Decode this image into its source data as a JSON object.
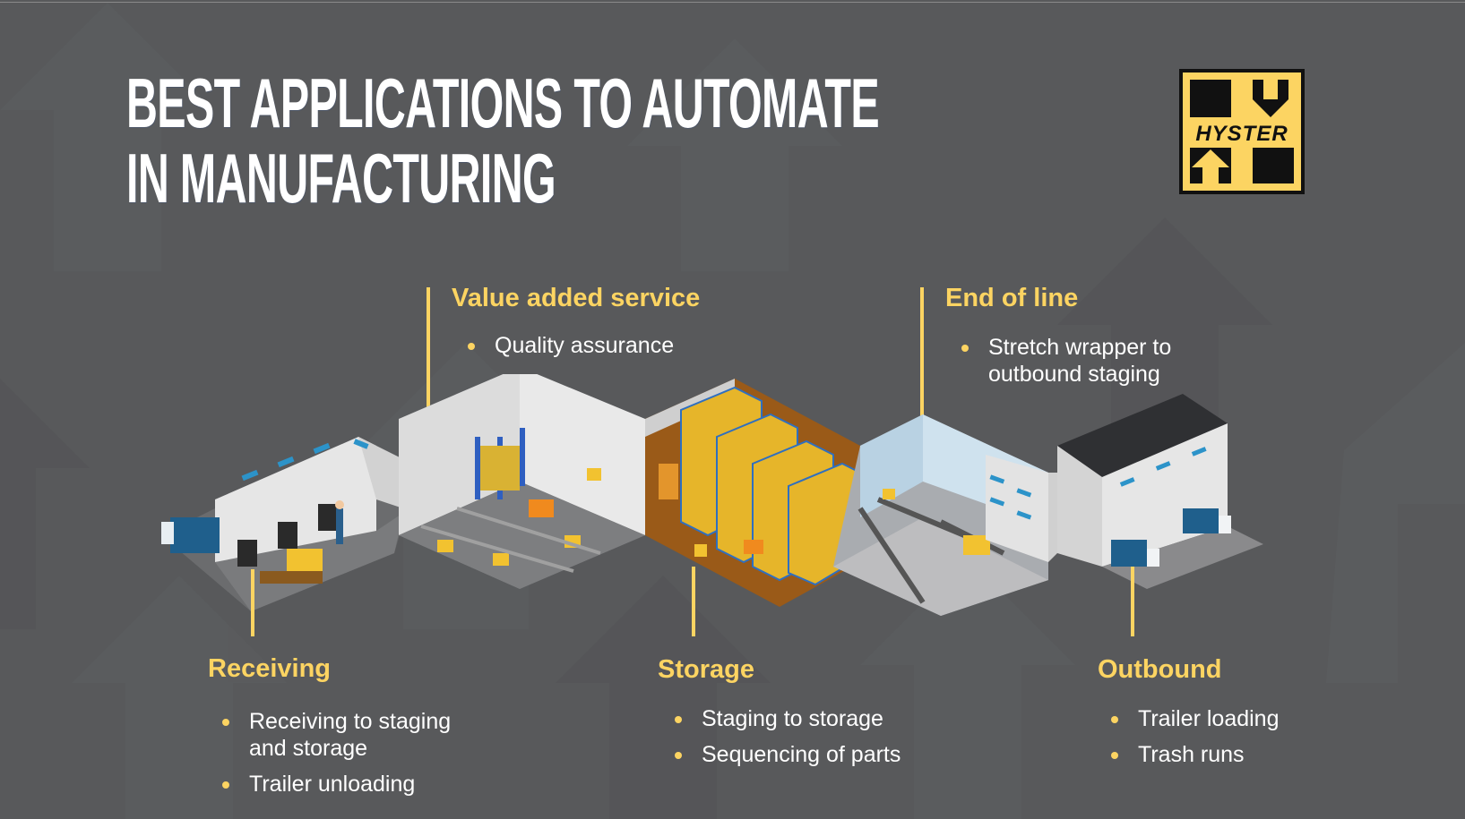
{
  "title": {
    "line1": "BEST APPLICATIONS TO AUTOMATE",
    "line2": "IN MANUFACTURING"
  },
  "logo": {
    "brand": "HYSTER",
    "icon": "hyster-logo-icon",
    "colors": {
      "background": "#fcd462",
      "foreground": "#111111"
    }
  },
  "colors": {
    "background": "#58595b",
    "accent": "#fcd462",
    "text": "#ffffff"
  },
  "sections": {
    "receiving": {
      "title": "Receiving",
      "bullets": [
        "Receiving to staging and storage",
        "Trailer unloading"
      ]
    },
    "value_added": {
      "title": "Value added service",
      "bullets": [
        "Quality assurance"
      ]
    },
    "storage": {
      "title": "Storage",
      "bullets": [
        "Staging to storage",
        "Sequencing of parts"
      ]
    },
    "end_of_line": {
      "title": "End of line",
      "bullets": [
        "Stretch wrapper to outbound staging"
      ]
    },
    "outbound": {
      "title": "Outbound",
      "bullets": [
        "Trailer loading",
        "Trash runs"
      ]
    }
  },
  "illustration": {
    "description": "Isometric manufacturing facility flow: receiving dock, value added service area, storage racks, end of line conveyors, outbound docks",
    "icon": "warehouse-flow-illustration"
  }
}
